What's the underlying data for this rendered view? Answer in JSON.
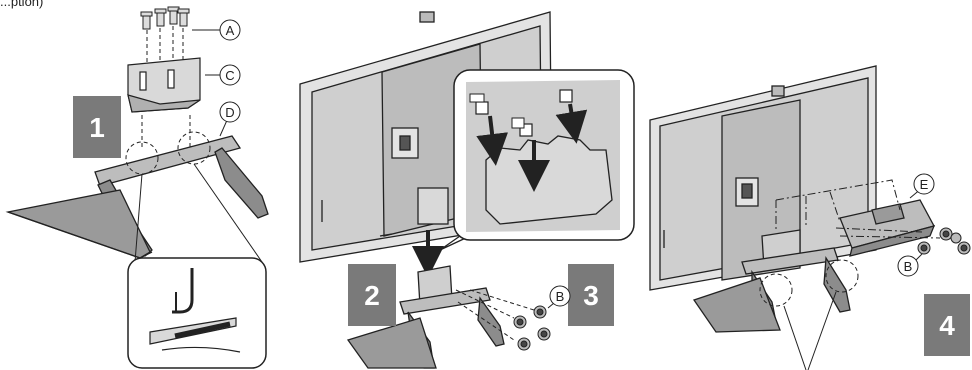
{
  "header": {
    "cut_text": "...ption)"
  },
  "steps": [
    {
      "number": "1"
    },
    {
      "number": "2"
    },
    {
      "number": "3"
    },
    {
      "number": "4"
    }
  ],
  "callouts": {
    "a": "A",
    "b": "B",
    "c": "C",
    "d": "D",
    "e": "E"
  },
  "colors": {
    "step_badge": "#7a7a7a",
    "line": "#222222",
    "panel_fill": "#d9d9d9",
    "stand_fill": "#9a9a9a"
  }
}
